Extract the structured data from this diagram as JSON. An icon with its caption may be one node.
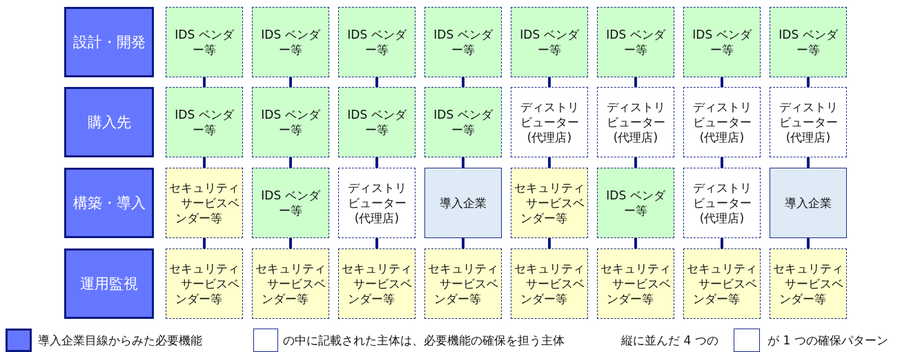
{
  "diagram": {
    "nodes": [
      {
        "text": [
          "設計・開発"
        ]
      },
      {
        "text": [
          "IDS ベンダー等"
        ]
      },
      {
        "text": [
          "IDS ベンダー等"
        ]
      },
      {
        "text": [
          "IDS ベンダー等"
        ]
      },
      {
        "text": [
          "IDS ベンダー等"
        ]
      },
      {
        "text": [
          "IDS ベンダー等"
        ]
      },
      {
        "text": [
          "IDS ベンダー等"
        ]
      },
      {
        "text": [
          "IDS ベンダー等"
        ]
      },
      {
        "text": [
          "IDS ベンダー等"
        ]
      },
      {
        "text": [
          "購入先"
        ]
      },
      {
        "text": [
          "IDS ベンダー等"
        ]
      },
      {
        "text": [
          "IDS ベンダー等"
        ]
      },
      {
        "text": [
          "IDS ベンダー等"
        ]
      },
      {
        "text": [
          "IDS ベンダー等"
        ]
      },
      {
        "text": [
          "ディストリビューター(代理店)"
        ]
      },
      {
        "text": [
          "ディストリビューター(代理店)"
        ]
      },
      {
        "text": [
          "ディストリビューター(代理店)"
        ]
      },
      {
        "text": [
          "ディストリビューター(代理店)"
        ]
      },
      {
        "text": [
          "構築・導入"
        ]
      },
      {
        "text": [
          "セキュリティサービスベンダー等"
        ]
      },
      {
        "text": [
          "IDS ベンダー等"
        ]
      },
      {
        "text": [
          "ディストリビューター(代理店)"
        ]
      },
      {
        "text": [
          "導入企業"
        ]
      },
      {
        "text": [
          "セキュリティサービスベンダー等"
        ]
      },
      {
        "text": [
          "IDS ベンダー等"
        ]
      },
      {
        "text": [
          "ディストリビューター(代理店)"
        ]
      },
      {
        "text": [
          "導入企業"
        ]
      },
      {
        "text": [
          "運用監視"
        ]
      },
      {
        "text": [
          "セキュリティサービスベンダー等"
        ]
      },
      {
        "text": [
          "セキュリティサービスベンダー等"
        ]
      },
      {
        "text": [
          "セキュリティサービスベンダー等"
        ]
      },
      {
        "text": [
          "セキュリティサービスベンダー等"
        ]
      },
      {
        "text": [
          "セキュリティサービスベンダー等"
        ]
      },
      {
        "text": [
          "セキュリティサービスベンダー等"
        ]
      },
      {
        "text": [
          "セキュリティサービスベンダー等"
        ]
      },
      {
        "text": [
          "セキュリティサービスベンダー等"
        ]
      }
    ],
    "edges": [
      {
        "from": 1,
        "to": 10,
        "arrow": "none"
      },
      {
        "from": 2,
        "to": 11,
        "arrow": "none"
      },
      {
        "from": 3,
        "to": 12,
        "arrow": "none"
      },
      {
        "from": 4,
        "to": 13,
        "arrow": "none"
      },
      {
        "from": 5,
        "to": 14,
        "arrow": "none"
      },
      {
        "from": 6,
        "to": 15,
        "arrow": "none"
      },
      {
        "from": 7,
        "to": 16,
        "arrow": "none"
      },
      {
        "from": 8,
        "to": 17,
        "arrow": "none"
      },
      {
        "from": 10,
        "to": 19,
        "arrow": "none"
      },
      {
        "from": 11,
        "to": 20,
        "arrow": "none"
      },
      {
        "from": 12,
        "to": 21,
        "arrow": "none"
      },
      {
        "from": 13,
        "to": 22,
        "arrow": "none"
      },
      {
        "from": 14,
        "to": 23,
        "arrow": "none"
      },
      {
        "from": 15,
        "to": 24,
        "arrow": "none"
      },
      {
        "from": 16,
        "to": 25,
        "arrow": "none"
      },
      {
        "from": 17,
        "to": 26,
        "arrow": "none"
      },
      {
        "from": 19,
        "to": 28,
        "arrow": "none"
      },
      {
        "from": 20,
        "to": 29,
        "arrow": "none"
      },
      {
        "from": 21,
        "to": 30,
        "arrow": "none"
      },
      {
        "from": 22,
        "to": 31,
        "arrow": "none"
      },
      {
        "from": 23,
        "to": 32,
        "arrow": "none"
      },
      {
        "from": 24,
        "to": 33,
        "arrow": "none"
      },
      {
        "from": 25,
        "to": 34,
        "arrow": "none"
      },
      {
        "from": 26,
        "to": 35,
        "arrow": "none"
      }
    ],
    "labels": [
      "縦に並んだ 4 つの",
      "が 1 つの確保パターン"
    ],
    "legend": [
      {
        "text": "導入企業目線からみた必要機能",
        "color": "#6677ff"
      },
      {
        "text": "の中に記載された主体は、必要機能の確保を担う主体"
      }
    ]
  }
}
